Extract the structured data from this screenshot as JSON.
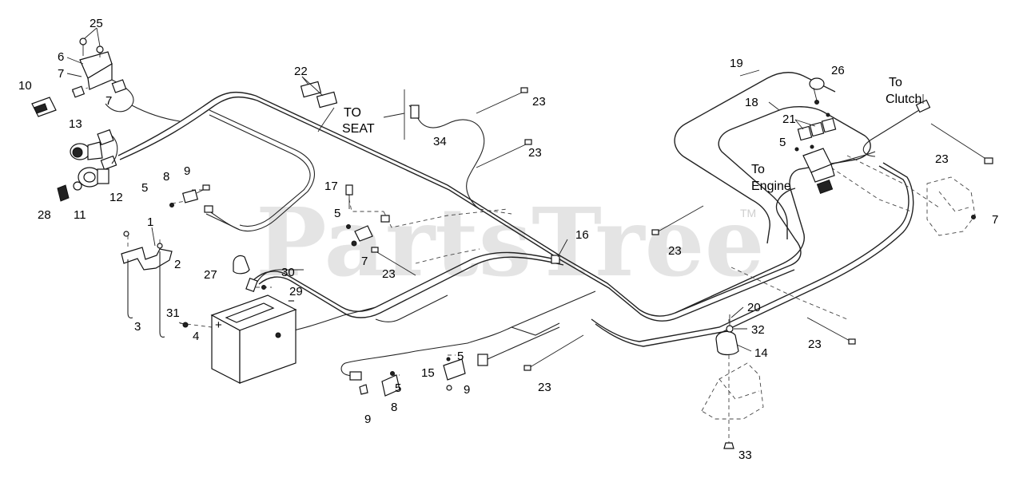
{
  "watermark": {
    "text": "PartsTree",
    "trademark": "TM"
  },
  "callouts": [
    {
      "id": "c25",
      "text": "25"
    },
    {
      "id": "c6",
      "text": "6"
    },
    {
      "id": "c7a",
      "text": "7"
    },
    {
      "id": "c7b",
      "text": "7"
    },
    {
      "id": "c10",
      "text": "10"
    },
    {
      "id": "c13",
      "text": "13"
    },
    {
      "id": "c12",
      "text": "12"
    },
    {
      "id": "c11",
      "text": "11"
    },
    {
      "id": "c28",
      "text": "28"
    },
    {
      "id": "c8a",
      "text": "8"
    },
    {
      "id": "c9a",
      "text": "9"
    },
    {
      "id": "c5a",
      "text": "5"
    },
    {
      "id": "c1",
      "text": "1"
    },
    {
      "id": "c2",
      "text": "2"
    },
    {
      "id": "c3",
      "text": "3"
    },
    {
      "id": "c31",
      "text": "31"
    },
    {
      "id": "c4",
      "text": "4"
    },
    {
      "id": "c27",
      "text": "27"
    },
    {
      "id": "c30",
      "text": "30"
    },
    {
      "id": "c29",
      "text": "29"
    },
    {
      "id": "c22",
      "text": "22"
    },
    {
      "id": "c34",
      "text": "34"
    },
    {
      "id": "c23a",
      "text": "23"
    },
    {
      "id": "c23b",
      "text": "23"
    },
    {
      "id": "c17",
      "text": "17"
    },
    {
      "id": "c5b",
      "text": "5"
    },
    {
      "id": "c7c",
      "text": "7"
    },
    {
      "id": "c23c",
      "text": "23"
    },
    {
      "id": "c16",
      "text": "16"
    },
    {
      "id": "c23d",
      "text": "23"
    },
    {
      "id": "c9b",
      "text": "9"
    },
    {
      "id": "c8b",
      "text": "8"
    },
    {
      "id": "c5c",
      "text": "5"
    },
    {
      "id": "c15",
      "text": "15"
    },
    {
      "id": "c5d",
      "text": "5"
    },
    {
      "id": "c9c",
      "text": "9"
    },
    {
      "id": "c23e",
      "text": "23"
    },
    {
      "id": "c19",
      "text": "19"
    },
    {
      "id": "c26",
      "text": "26"
    },
    {
      "id": "c18",
      "text": "18"
    },
    {
      "id": "c21",
      "text": "21"
    },
    {
      "id": "c5e",
      "text": "5"
    },
    {
      "id": "c23f",
      "text": "23"
    },
    {
      "id": "c7d",
      "text": "7"
    },
    {
      "id": "c20",
      "text": "20"
    },
    {
      "id": "c32",
      "text": "32"
    },
    {
      "id": "c14",
      "text": "14"
    },
    {
      "id": "c23g",
      "text": "23"
    },
    {
      "id": "c33",
      "text": "33"
    }
  ],
  "notes": {
    "to_seat_1": "TO",
    "to_seat_2": "SEAT",
    "to_clutch_1": "To",
    "to_clutch_2": "Clutch",
    "to_engine_1": "To",
    "to_engine_2": "Engine"
  },
  "battery": {
    "plus": "+",
    "minus": "−"
  }
}
